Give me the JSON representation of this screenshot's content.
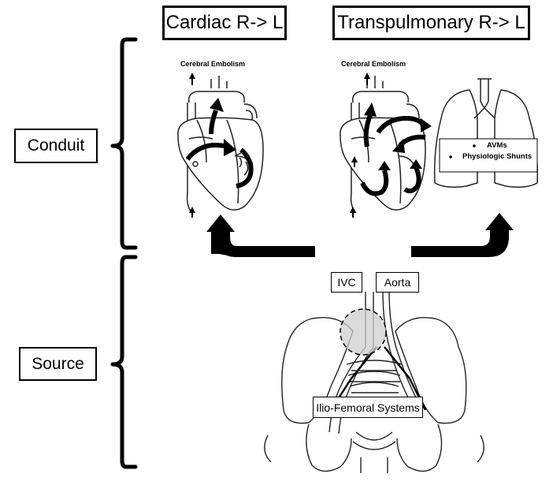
{
  "titles": {
    "cardiac": "Cardiac R-> L",
    "transpulmonary": "Transpulmonary R-> L"
  },
  "sections": {
    "conduit": "Conduit",
    "source": "Source"
  },
  "heart_labels": {
    "left_embolism": "Cerebral Embolism",
    "right_embolism": "Cerebral Embolism"
  },
  "lung_labels": {
    "avms": "AVMs",
    "shunts": "Physiologic Shunts"
  },
  "vessel_labels": {
    "ivc": "IVC",
    "aorta": "Aorta",
    "ilio_femoral": "Ilio-Femoral Systems"
  },
  "icons": [
    "bracket-icon",
    "heart-icon",
    "lung-icon",
    "pelvis-icon",
    "flow-arrow-icon"
  ]
}
